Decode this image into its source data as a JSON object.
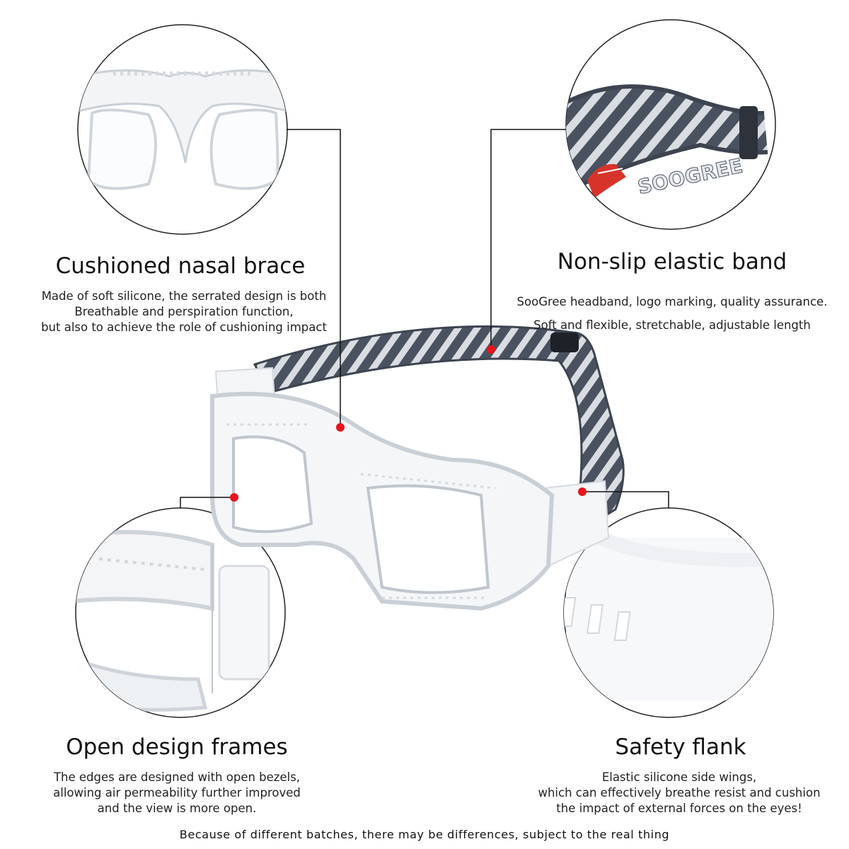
{
  "features": {
    "nasal": {
      "title": "Cushioned nasal brace",
      "lines": [
        "Made of soft silicone, the serrated design is both",
        "Breathable and perspiration function,",
        "but also to achieve the role of cushioning impact"
      ]
    },
    "band": {
      "title": "Non-slip elastic band",
      "lines": [
        "SooGree headband, logo marking, quality assurance.",
        "Soft and flexible, stretchable, adjustable length"
      ],
      "logo_text": "SOOGREE"
    },
    "frames": {
      "title": "Open design frames",
      "lines": [
        "The edges are designed with open bezels,",
        "allowing air permeability further improved",
        "and the view is more open."
      ]
    },
    "flank": {
      "title": "Safety flank",
      "lines": [
        "Elastic silicone side wings,",
        "which can effectively breathe resist and cushion",
        "the impact of external forces on the eyes!"
      ]
    }
  },
  "footer": "Because of different batches, there may be differences, subject to the real thing",
  "colors": {
    "marker": "#e8141c",
    "band_dark": "#4a5260",
    "band_stripe": "#d9dde2",
    "frame": "#c9cfd6",
    "logo_red": "#d8332a"
  }
}
